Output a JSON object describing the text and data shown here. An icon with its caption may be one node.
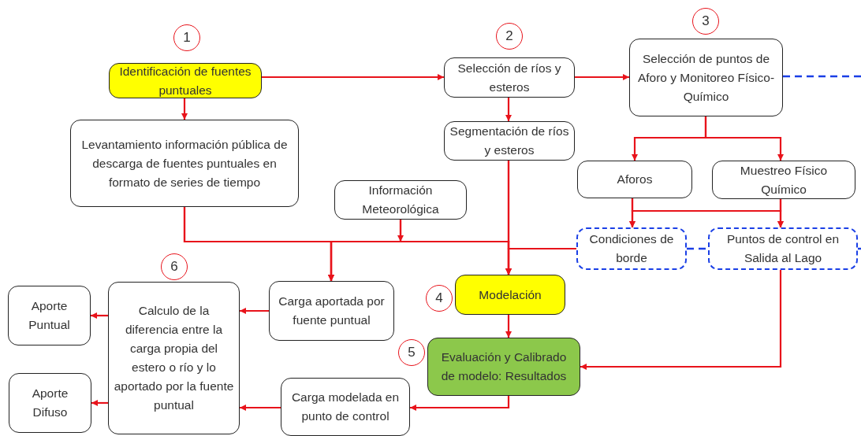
{
  "diagram": {
    "nodes": [
      {
        "text": [
          "Identificación de fuentes puntuales"
        ],
        "beside": [
          "1"
        ]
      },
      {
        "text": [
          "Selección de ríos y esteros"
        ],
        "beside": [
          "2"
        ]
      },
      {
        "text": [
          "Selección de puntos de Aforo y Monitoreo Físico-Químico"
        ],
        "beside": [
          "3"
        ]
      },
      {
        "text": [
          "Levantamiento información pública de descarga de fuentes puntuales en formato de series de tiempo"
        ]
      },
      {
        "text": [
          "Segmentación de ríos y esteros"
        ]
      },
      {
        "text": [
          "Aforos"
        ]
      },
      {
        "text": [
          "Muestreo Físico Químico"
        ]
      },
      {
        "text": [
          "Información Meteorológica"
        ]
      },
      {
        "text": [
          "Condiciones de borde"
        ]
      },
      {
        "text": [
          "Puntos de control en Salida al Lago"
        ]
      },
      {
        "text": [
          "Carga aportada por fuente puntual"
        ]
      },
      {
        "text": [
          "Calculo de la diferencia entre la carga propia del estero o río y lo aportado por la fuente puntual"
        ],
        "beside": [
          "6"
        ]
      },
      {
        "text": [
          "Aporte Puntual"
        ]
      },
      {
        "text": [
          "Modelación"
        ],
        "beside": [
          "4"
        ]
      },
      {
        "text": [
          "Evaluación y Calibrado de modelo: Resultados"
        ],
        "beside": [
          "5"
        ]
      },
      {
        "text": [
          "Aporte Difuso"
        ]
      },
      {
        "text": [
          "Carga modelada en punto de control"
        ]
      }
    ],
    "edges": [
      {
        "from": 0,
        "to": 1,
        "arrow": "to"
      },
      {
        "from": 1,
        "to": 2,
        "arrow": "to"
      },
      {
        "from": 0,
        "to": 3,
        "arrow": "to"
      },
      {
        "from": 1,
        "to": 4,
        "arrow": "to"
      },
      {
        "from": 2,
        "to": 5,
        "arrow": "to"
      },
      {
        "from": 2,
        "to": 6,
        "arrow": "to"
      },
      {
        "from": 5,
        "to": 8,
        "arrow": "to"
      },
      {
        "from": 5,
        "to": 9,
        "arrow": "to"
      },
      {
        "from": 6,
        "to": 8,
        "arrow": "to"
      },
      {
        "from": 6,
        "to": 9,
        "arrow": "to"
      },
      {
        "from": 3,
        "to": 10,
        "arrow": "to"
      },
      {
        "from": 3,
        "to": 13,
        "arrow": "to"
      },
      {
        "from": 7,
        "to": 10,
        "arrow": "to"
      },
      {
        "from": 7,
        "to": 13,
        "arrow": "to"
      },
      {
        "from": 4,
        "to": 10,
        "arrow": "to"
      },
      {
        "from": 4,
        "to": 13,
        "arrow": "to"
      },
      {
        "from": 8,
        "to": 10,
        "arrow": "to"
      },
      {
        "from": 8,
        "to": 13,
        "arrow": "to"
      },
      {
        "from": 2,
        "to": null,
        "arrow": "none",
        "style": "dashed",
        "color": "#1a3fe6"
      },
      {
        "from": 8,
        "to": 9,
        "arrow": "none",
        "style": "dashed",
        "color": "#1a3fe6"
      },
      {
        "from": 9,
        "to": null,
        "arrow": "none",
        "style": "dashed",
        "color": "#1a3fe6"
      },
      {
        "from": 9,
        "to": 14,
        "arrow": "to"
      },
      {
        "from": 13,
        "to": 14,
        "arrow": "to"
      },
      {
        "from": 14,
        "to": 16,
        "arrow": "to"
      },
      {
        "from": 10,
        "to": 11,
        "arrow": "to"
      },
      {
        "from": 16,
        "to": 11,
        "arrow": "to"
      },
      {
        "from": 11,
        "to": 12,
        "arrow": "to"
      },
      {
        "from": 11,
        "to": 15,
        "arrow": "to"
      }
    ]
  }
}
